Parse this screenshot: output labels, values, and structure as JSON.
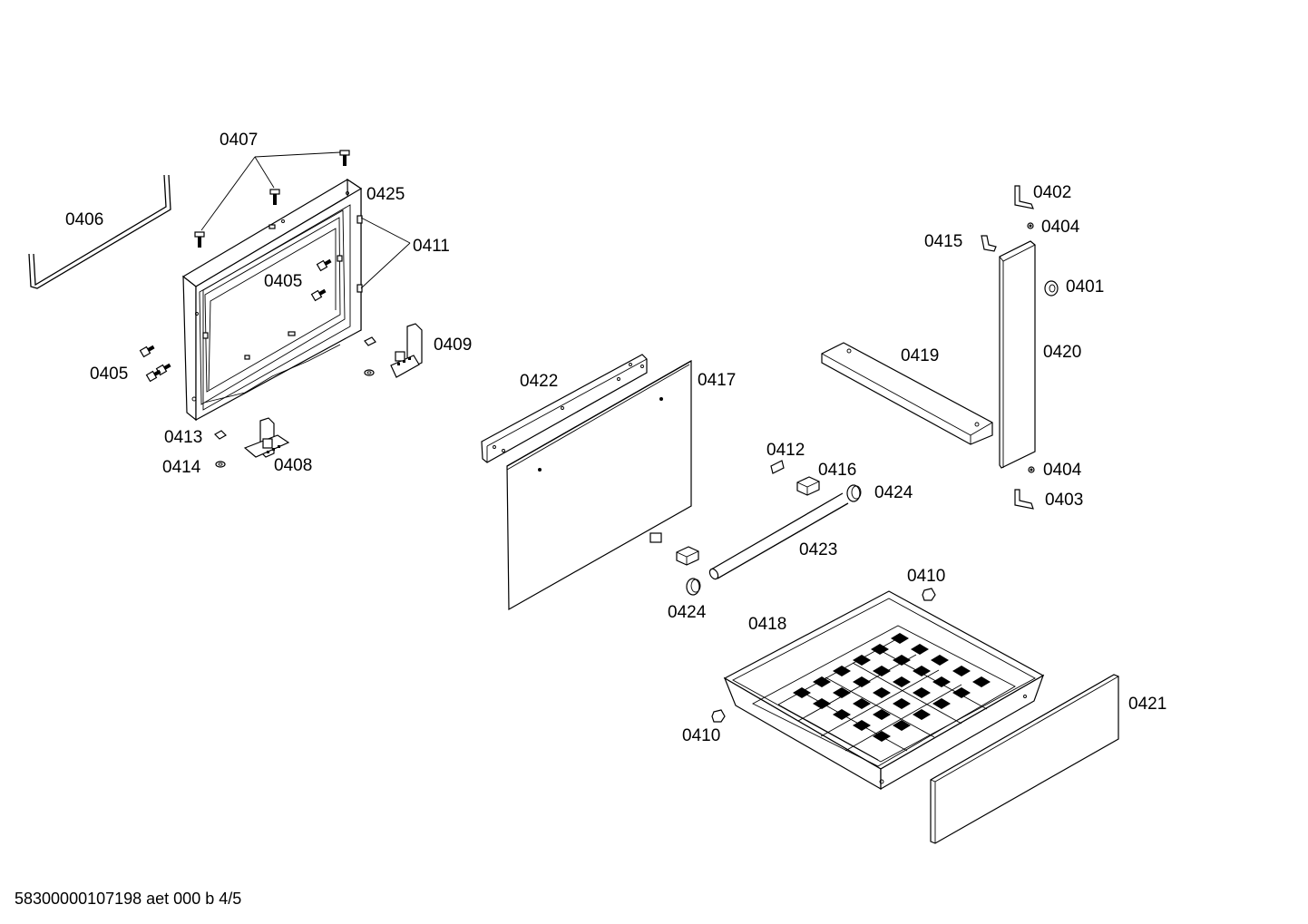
{
  "diagram": {
    "labels": {
      "p0401": "0401",
      "p0402": "0402",
      "p0403": "0403",
      "p0404a": "0404",
      "p0404b": "0404",
      "p0405a": "0405",
      "p0405b": "0405",
      "p0406": "0406",
      "p0407": "0407",
      "p0408": "0408",
      "p0409": "0409",
      "p0410a": "0410",
      "p0410b": "0410",
      "p0411": "0411",
      "p0412": "0412",
      "p0413": "0413",
      "p0414": "0414",
      "p0415": "0415",
      "p0416": "0416",
      "p0417": "0417",
      "p0418": "0418",
      "p0419": "0419",
      "p0420": "0420",
      "p0421": "0421",
      "p0422": "0422",
      "p0423": "0423",
      "p0424a": "0424",
      "p0424b": "0424",
      "p0425": "0425"
    },
    "footer": "58300000107198 aet 000 b 4/5"
  }
}
